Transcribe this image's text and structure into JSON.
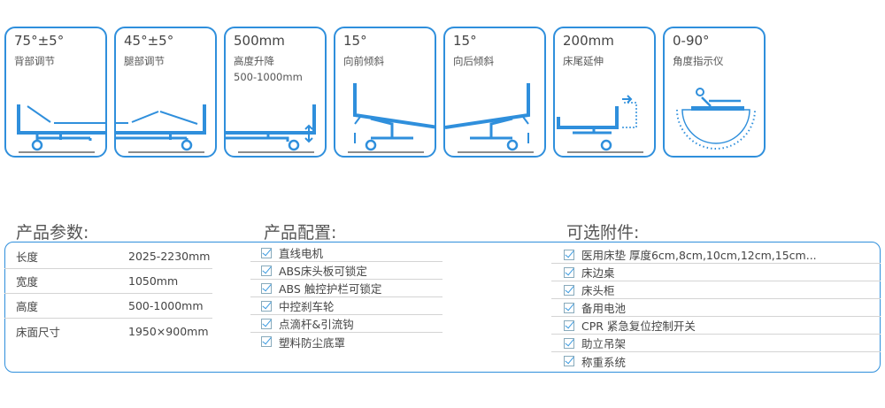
{
  "features": [
    {
      "value": "75°±5°",
      "label": "背部调节"
    },
    {
      "value": "45°±5°",
      "label": "腿部调节"
    },
    {
      "value": "500mm",
      "label": "高度升降",
      "sub": "500-1000mm"
    },
    {
      "value": "15°",
      "label": "向前倾斜"
    },
    {
      "value": "15°",
      "label": "向后倾斜"
    },
    {
      "value": "200mm",
      "label": "床尾延伸"
    },
    {
      "value": "0-90°",
      "label": "角度指示仪"
    }
  ],
  "params": {
    "title": "产品参数:",
    "rows": [
      {
        "name": "长度",
        "value": "2025-2230mm"
      },
      {
        "name": "宽度",
        "value": "1050mm"
      },
      {
        "name": "高度",
        "value": "500-1000mm"
      },
      {
        "name": "床面尺寸",
        "value": "1950×900mm"
      }
    ]
  },
  "config": {
    "title": "产品配置:",
    "items": [
      "直线电机",
      "ABS床头板可锁定",
      "ABS 触控护栏可锁定",
      "中控刹车轮",
      "点滴杆&引流钩",
      "塑料防尘底罩"
    ]
  },
  "accessories": {
    "title": "可选附件:",
    "items": [
      "医用床垫 厚度6cm,8cm,10cm,12cm,15cm...",
      "床边桌",
      "床头柜",
      "备用电池",
      "CPR 紧急复位控制开关",
      "助立吊架",
      "称重系统"
    ]
  },
  "colors": {
    "accent": "#2f8fdc"
  }
}
